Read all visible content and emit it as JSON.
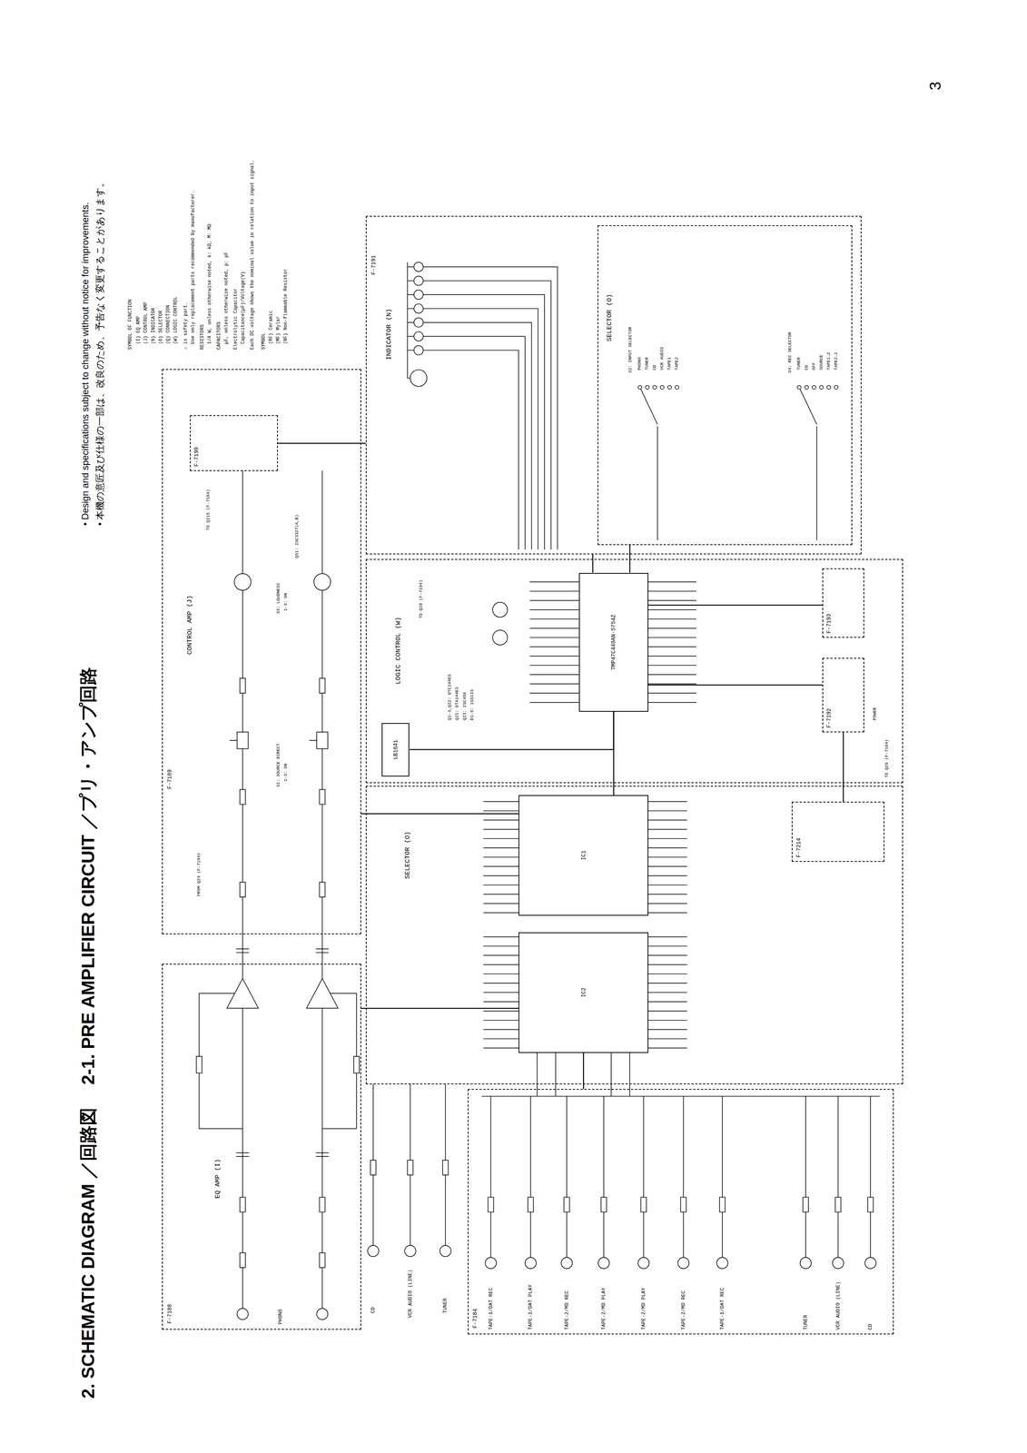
{
  "diagram": {
    "title": "2. SCHEMATIC DIAGRAM ／回路図　 2-1. PRE AMPLIFIER CIRCUIT ／プリ・アンプ回路",
    "nodes": [
      {
        "text": [
          "F-7188",
          "EQ AMP (I)"
        ]
      },
      {
        "text": [
          "F-7189",
          "CONTROL AMP (J)"
        ]
      },
      {
        "text": [
          "F-7190"
        ],
        "in": 1
      },
      {
        "text": [
          "F-7191",
          "INDICATOR (N)"
        ]
      },
      {
        "text": [
          "SELECTOR (O)"
        ],
        "in": 3
      },
      {
        "text": [
          "LOGIC CONTROL (W)"
        ]
      },
      {
        "text": [
          "TMP47C440AN-5754Z"
        ],
        "in": 5
      },
      {
        "text": [
          "LB1641"
        ],
        "in": 5
      },
      {
        "text": [
          "F-7192"
        ],
        "in": 5
      },
      {
        "text": [
          "F-7193"
        ],
        "in": 5
      },
      {
        "text": [
          "SELECTOR (O)"
        ]
      },
      {
        "text": [
          "IC1"
        ],
        "in": 10
      },
      {
        "text": [
          "IC2"
        ],
        "in": 10
      },
      {
        "text": [
          "F-7214"
        ],
        "in": 10
      },
      {
        "text": [
          "F-7184"
        ]
      }
    ],
    "edges": [
      {
        "from": 14,
        "to": 12,
        "arrow": "none"
      },
      {
        "from": 0,
        "to": 12,
        "arrow": "none"
      },
      {
        "from": 11,
        "to": 1,
        "arrow": "none"
      },
      {
        "from": 11,
        "to": 6,
        "arrow": "none"
      },
      {
        "from": 6,
        "to": 3,
        "arrow": "none"
      },
      {
        "from": 6,
        "to": 4,
        "arrow": "none"
      },
      {
        "from": 7,
        "to": 6,
        "arrow": "none"
      },
      {
        "from": 13,
        "to": 8,
        "arrow": "none"
      },
      {
        "from": 9,
        "to": 6,
        "arrow": "none"
      },
      {
        "from": 8,
        "to": 6,
        "arrow": "none"
      },
      {
        "from": 2,
        "to": 3,
        "arrow": "none"
      }
    ],
    "labels": [
      "SYMBOL OF FUNCTION",
      "(I) EQ AMP",
      "(J) CONTROL AMP",
      "(N) INDICATOR",
      "(O) SELECTOR",
      "(Q) CONNECTION",
      "(W) LOGIC CONTROL",
      "⚠ is safety part.",
      "Use only replacement parts recommended by manufacturer.",
      "RESISTORS",
      "1/4 W, unless otherwise noted, k: kΩ, M: MΩ",
      "CAPACITORS",
      "µF, unless otherwise noted, p: pF",
      "Electrolytic Capacitor",
      "Capacitance(µF)/Voltage(V)",
      "Each DC voltage shows the nominal value in relation to input signal.",
      "SYMBOL",
      "(RF) Ceramic",
      "(MF) Mylar",
      "(NF) Non-flammable Resistor",
      "• Design and specifications subject to change without notice for improvements.",
      "• 本機の意匠及び仕様の一部は、改良のため、予告なく変更することがあります。",
      "3",
      "PHONO",
      "CD",
      "VCR AUDIO (LINE)",
      "TUNER",
      "TAPE-1/DAT REC",
      "TAPE-1/DAT PLAY",
      "TAPE-2/MD REC",
      "TAPE-2/MD PLAY",
      "TAPE-2/MD PLAY",
      "TAPE-2/MD REC",
      "TAPE-1/DAT REC",
      "TUNER",
      "VCR AUDIO (LINE)",
      "CD",
      "S1: SOURCE DIRECT",
      "1-3: ON",
      "S3: LOUDNESS",
      "1-3: ON",
      "Q51: 2SC3327(A,B)",
      "TO Q215 (F-7184)",
      "FROM Q24 (F-7184)",
      "Q1-3,Q22: DTC144ES",
      "Q21: DTA144ES",
      "Q23: 2SC458",
      "D1-5: 1SS133",
      "TO Q28 (F-7184)",
      "TO Q29 (F-7184)",
      "POWER",
      "S2: INPUT SELECTOR",
      "PHONO",
      "TUNER",
      "CD",
      "VCR AUDIO",
      "TAPE1",
      "TAPE2",
      "S4: REC SELECTOR",
      "TUNER",
      "CD",
      "OFF",
      "SOURCE",
      "TAPE1→2",
      "TAPE2→1"
    ]
  }
}
